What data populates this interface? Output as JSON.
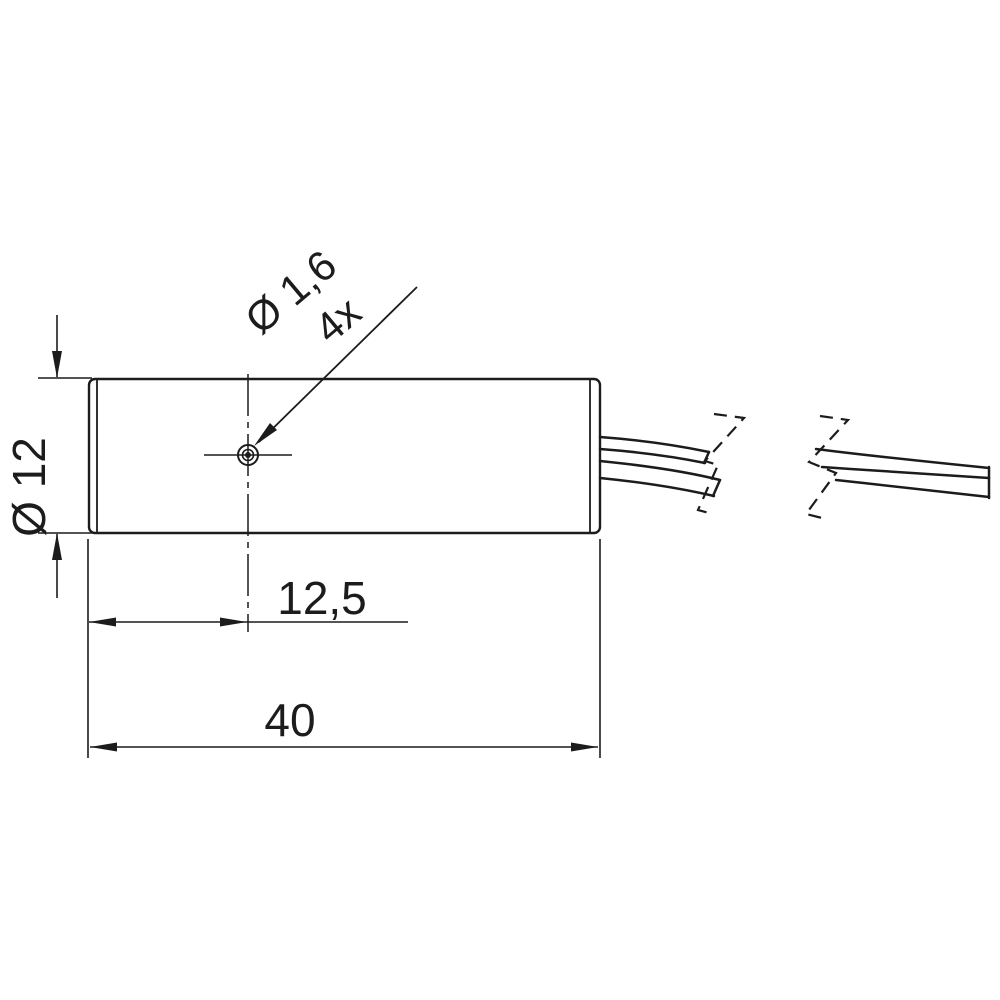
{
  "drawing": {
    "type": "technical-dimension-drawing",
    "subject": "cylindrical laser module with cable",
    "colors": {
      "background": "#ffffff",
      "line": "#1c1c1c"
    },
    "labels": {
      "hole_callout_diameter": "Ø 1,6",
      "hole_callout_count": "4x",
      "body_diameter": "Ø 12",
      "hole_offset": "12,5",
      "body_length": "40"
    }
  }
}
